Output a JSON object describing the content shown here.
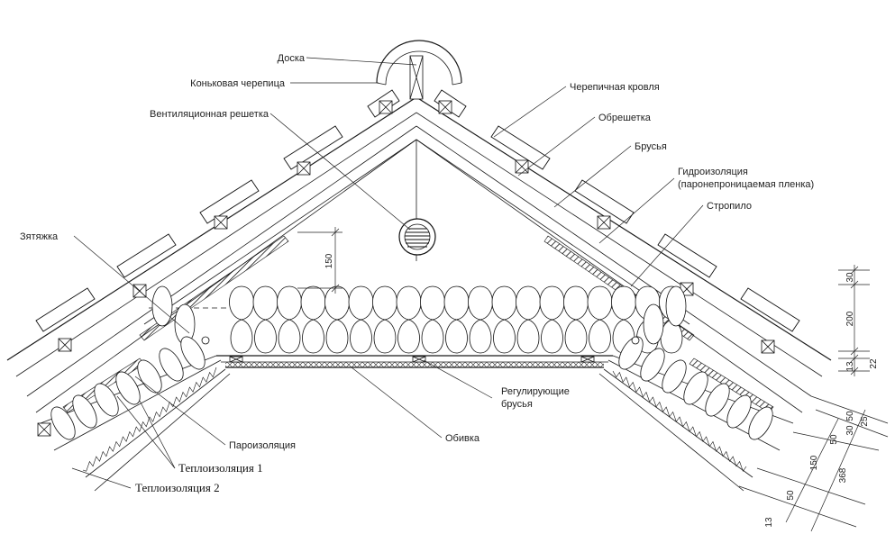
{
  "labels": {
    "board": "Доска",
    "ridge_tile": "Коньковая черепица",
    "vent_grille": "Вентиляционная решетка",
    "tie": "Зятяжка",
    "tile_roof": "Черепичная кровля",
    "battens": "Обрешетка",
    "beams": "Брусья",
    "waterproofing_line1": "Гидроизоляция",
    "waterproofing_line2": "(паронепроницаемая пленка)",
    "rafter": "Стропило",
    "adjusting_beams_line1": "Регулирующие",
    "adjusting_beams_line2": "брусья",
    "lining": "Обивка",
    "vapor_barrier": "Пароизоляция",
    "insulation_1": "Теплоизоляция 1",
    "insulation_2": "Теплоизоляция 2"
  },
  "dimensions": {
    "gap_150_top": "150",
    "right_30_top": "30",
    "right_200": "200",
    "right_13": "13",
    "right_22": "22",
    "right_50_a": "50",
    "right_30_b": "30",
    "right_25": "25",
    "right_50_b": "50",
    "right_150": "150",
    "right_368": "368",
    "right_50_c": "50",
    "right_13_b": "13"
  }
}
